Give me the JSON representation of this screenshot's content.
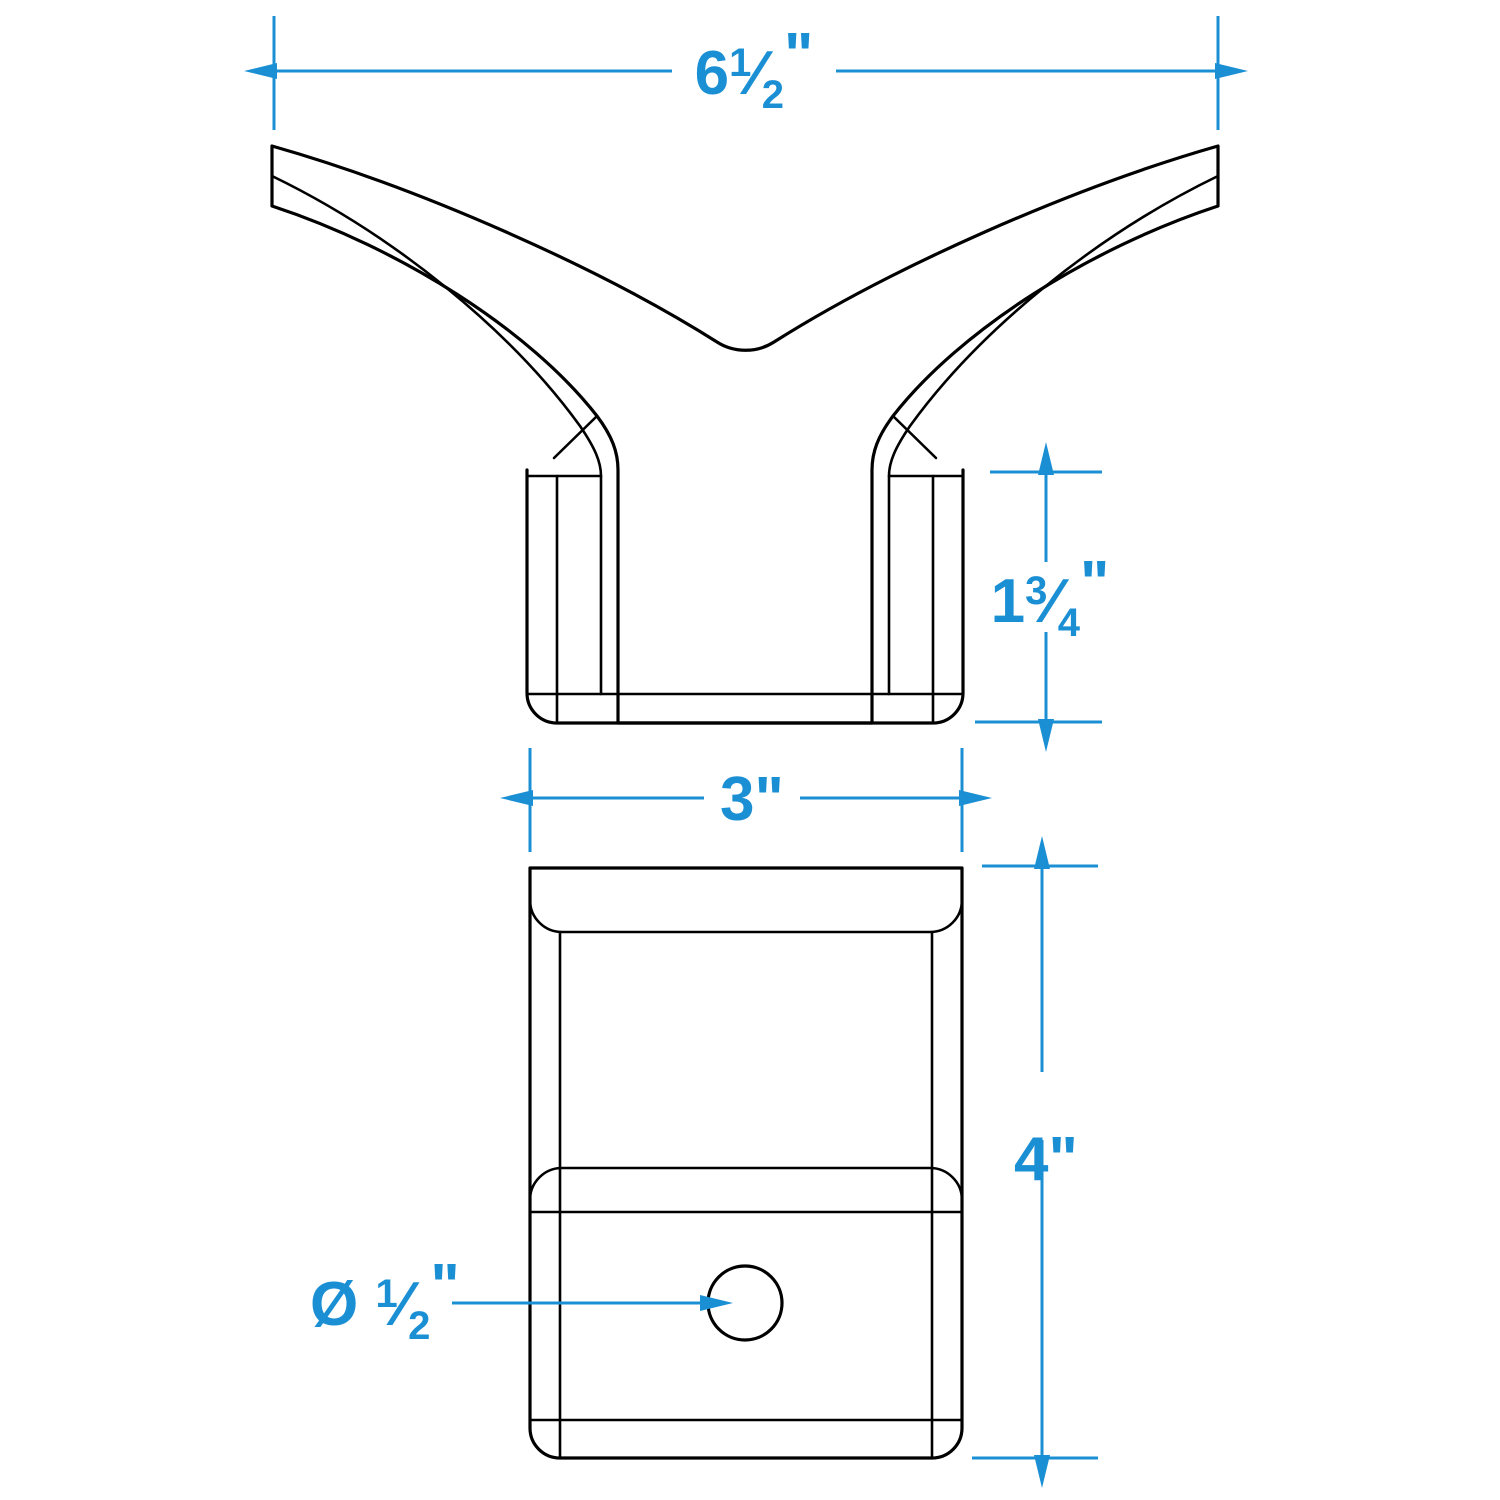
{
  "drawing": {
    "title": "V-Bow Bracket Dimensional Drawing",
    "units": "inches",
    "line_color": "#000000",
    "dimension_color": "#1b8fd4",
    "background": "#ffffff",
    "views": [
      {
        "name": "top-view",
        "label": ""
      },
      {
        "name": "front-view",
        "label": ""
      }
    ]
  },
  "dimensions": {
    "overall_width": {
      "name": "overall-width",
      "value": "6½\"",
      "whole": "6",
      "numerator": "1",
      "denominator": "2",
      "unit": "\"",
      "orientation": "horizontal"
    },
    "neck_height": {
      "name": "neck-height",
      "value": "1¾\"",
      "whole": "1",
      "numerator": "3",
      "denominator": "4",
      "unit": "\"",
      "orientation": "vertical"
    },
    "tube_width": {
      "name": "tube-width",
      "value": "3\"",
      "whole": "3",
      "numerator": "",
      "denominator": "",
      "unit": "\"",
      "orientation": "horizontal"
    },
    "tube_height": {
      "name": "tube-height",
      "value": "4\"",
      "whole": "4",
      "numerator": "",
      "denominator": "",
      "unit": "\"",
      "orientation": "vertical"
    },
    "hole_diameter": {
      "name": "hole-diameter",
      "value": "Ø ½\"",
      "symbol": "Ø",
      "whole": "",
      "numerator": "1",
      "denominator": "2",
      "unit": "\"",
      "orientation": "leader"
    }
  }
}
